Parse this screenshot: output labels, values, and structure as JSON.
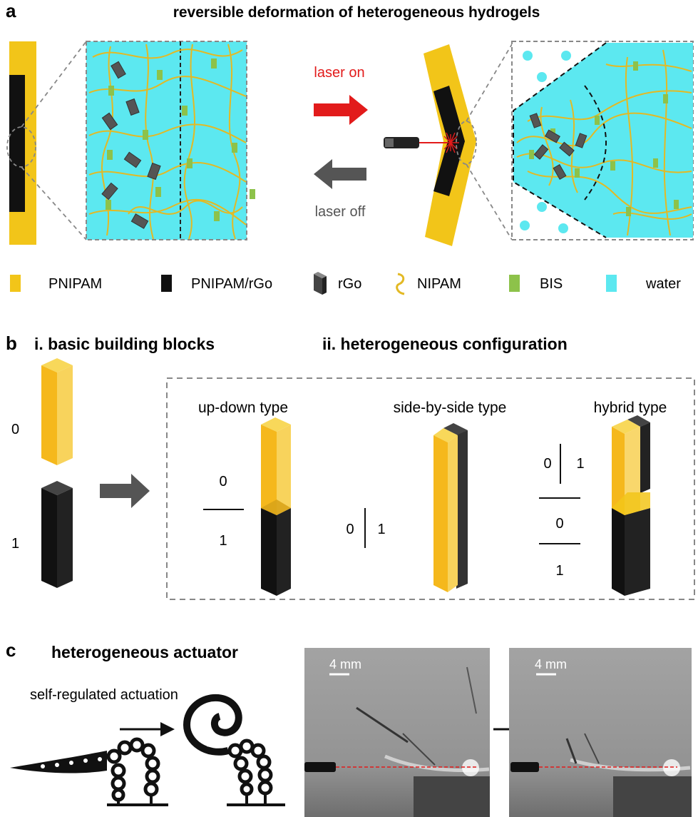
{
  "panel_a": {
    "letter": "a",
    "title": "reversible deformation of heterogeneous hydrogels",
    "laser_on": "laser on",
    "laser_off": "laser off",
    "legend": [
      {
        "label": "PNIPAM"
      },
      {
        "label": "PNIPAM/rGo"
      },
      {
        "label": "rGo"
      },
      {
        "label": "NIPAM"
      },
      {
        "label": "BIS"
      },
      {
        "label": "water"
      }
    ]
  },
  "panel_b": {
    "letter": "b",
    "heading_i": "i.  basic building blocks",
    "heading_ii": "ii.  heterogeneous configuration",
    "block_0": "0",
    "block_1": "1",
    "updown": {
      "title": "up-down type",
      "top": "0",
      "bottom": "1"
    },
    "sideside": {
      "title": "side-by-side type",
      "left": "0",
      "right": "1"
    },
    "hybrid": {
      "title": "hybrid type",
      "top_left": "0",
      "top_right": "1",
      "mid": "0",
      "bottom": "1"
    }
  },
  "panel_c": {
    "letter": "c",
    "title": "heterogeneous actuator",
    "subtitle": "self-regulated actuation",
    "scale1": "4 mm",
    "scale2": "4 mm"
  },
  "colors": {
    "pnipam": "#f2c519",
    "black": "#111111",
    "water": "#5ce8f0",
    "bis": "#8dc24a",
    "laser": "#e21b1b",
    "gray_arrow": "#555555"
  }
}
